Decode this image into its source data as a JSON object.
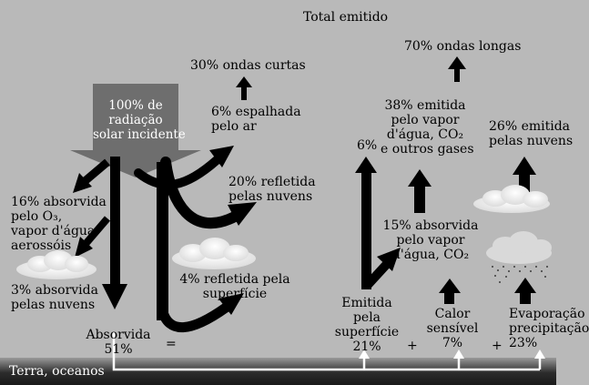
{
  "labels": {
    "total_emitted": "Total emitido",
    "solar_incident": "100% de\nradiação\nsolar incidente",
    "shortwave": "30% ondas curtas",
    "longwave": "70% ondas longas",
    "scattered_air": "6% espalhada\npelo ar",
    "reflected_clouds": "20% refletida\npelas nuvens",
    "reflected_surface": "4% refletida pela\nsuperfície",
    "absorbed_o3": "16% absorvida\npelo O₃,\nvapor d'água,\naerossóis",
    "absorbed_clouds": "3% absorvida\npelas nuvens",
    "absorbed_total": "Absorvida\n51%",
    "equals": "=",
    "emitted_vapor": "38% emitida\npelo vapor\nd'água, CO₂\ne outros gases",
    "emitted_clouds": "26% emitida\npelas nuvens",
    "six_percent": "6%",
    "absorbed_vapor": "15% absorvida\npelo vapor\nd'água, CO₂",
    "emitted_surface": "Emitida\npela\nsuperfície\n21%",
    "plus_1": "+",
    "sensible_heat": "Calor\nsensível\n7%",
    "plus_2": "+",
    "evaporation": "Evaporação\nprecipitação\n23%",
    "ground": "Terra, oceanos"
  },
  "colors": {
    "background": "#b9b9b9",
    "solar_arrow": "#6e6e6e",
    "arrows": "#000000",
    "ground_lines": "#ffffff"
  }
}
